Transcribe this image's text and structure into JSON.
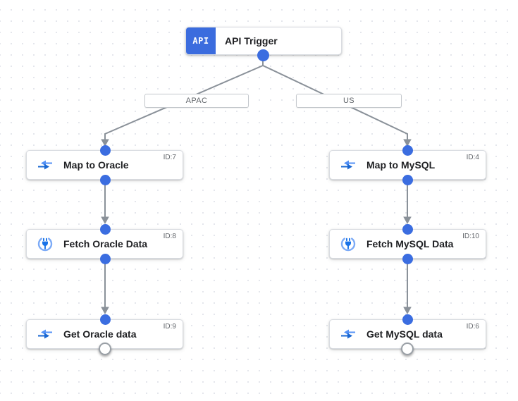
{
  "trigger": {
    "badge": "API",
    "label": "API Trigger"
  },
  "branches": [
    {
      "label": "APAC"
    },
    {
      "label": "US"
    }
  ],
  "nodes": [
    {
      "label": "Map to Oracle",
      "id_label": "ID:7",
      "icon": "data-mapping-icon"
    },
    {
      "label": "Fetch Oracle Data",
      "id_label": "ID:8",
      "icon": "connector-icon"
    },
    {
      "label": "Get Oracle data",
      "id_label": "ID:9",
      "icon": "data-mapping-icon"
    },
    {
      "label": "Map to MySQL",
      "id_label": "ID:4",
      "icon": "data-mapping-icon"
    },
    {
      "label": "Fetch MySQL Data",
      "id_label": "ID:10",
      "icon": "connector-icon"
    },
    {
      "label": "Get MySQL data",
      "id_label": "ID:6",
      "icon": "data-mapping-icon"
    }
  ],
  "colors": {
    "accent_blue": "#3b6cde",
    "port_blue": "#3b6de0",
    "edge_gray": "#8a9199",
    "mapping_arrow_dark": "#1967d2",
    "mapping_arrow_light": "#5491f5",
    "connector_ring": "#7baaf7",
    "connector_plug": "#1a73e8",
    "text_primary": "#202124",
    "text_secondary": "#5f6368"
  }
}
